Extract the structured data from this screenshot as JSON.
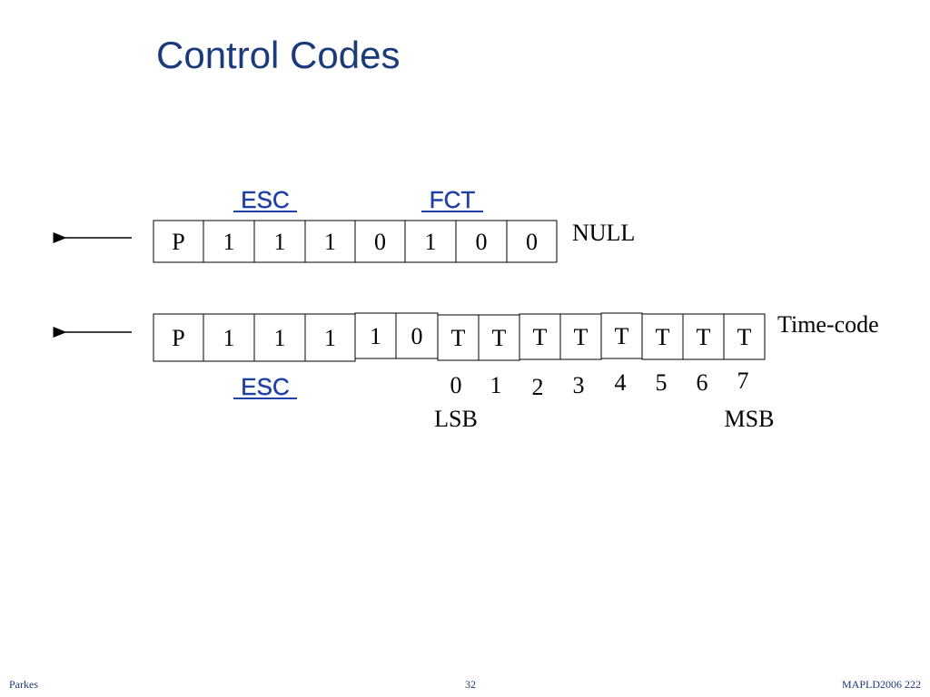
{
  "slide": {
    "title": "Control Codes"
  },
  "null_code": {
    "label_esc": "ESC",
    "label_fct": "FCT",
    "name": "NULL",
    "bits": [
      "P",
      "1",
      "1",
      "1",
      "0",
      "1",
      "0",
      "0"
    ]
  },
  "time_code": {
    "label_esc": "ESC",
    "name": "Time-code",
    "bits": [
      "P",
      "1",
      "1",
      "1",
      "1",
      "0",
      "T",
      "T",
      "T",
      "T",
      "T",
      "T",
      "T",
      "T"
    ],
    "indices": [
      "0",
      "1",
      "2",
      "3",
      "4",
      "5",
      "6",
      "7"
    ],
    "lsb": "LSB",
    "msb": "MSB"
  },
  "footer": {
    "author": "Parkes",
    "page": "32",
    "event": "MAPLD2006 222"
  },
  "colors": {
    "title": "#1b3a7a",
    "label": "#1f3fa8",
    "ink": "#000000"
  }
}
